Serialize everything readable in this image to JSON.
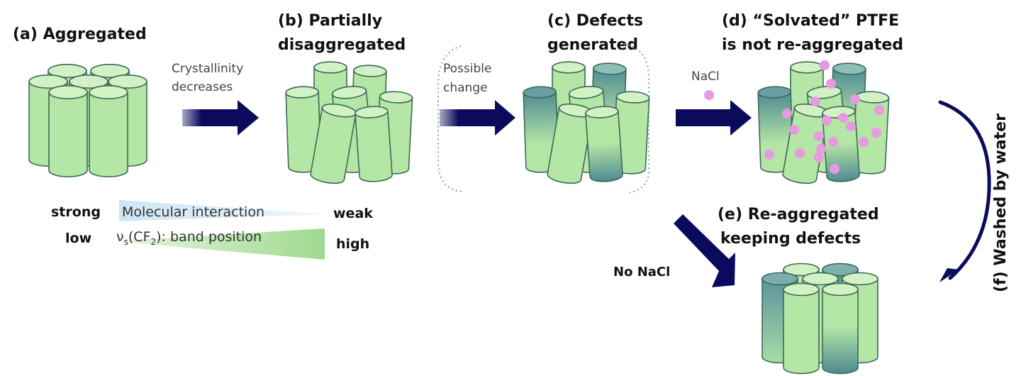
{
  "panels": {
    "a": {
      "title_lines": [
        "(a) Aggregated"
      ]
    },
    "b": {
      "title_lines": [
        "(b) Partially",
        "disaggregated"
      ]
    },
    "c": {
      "title_lines": [
        "(c) Defects",
        "generated"
      ]
    },
    "d": {
      "title_lines": [
        "(d) “Solvated” PTFE",
        "is not re-aggregated"
      ]
    },
    "e": {
      "title_lines": [
        "(e) Re-aggregated",
        "keeping defects"
      ]
    },
    "f": {
      "title": "(f) Washed by water"
    }
  },
  "arrows": {
    "a_to_b": {
      "label_lines": [
        "Crystallinity",
        "decreases"
      ]
    },
    "b_to_c": {
      "label_lines": [
        "Possible",
        "change"
      ]
    },
    "c_to_d": {
      "label": "NaCl"
    },
    "c_to_e": {
      "label": "No NaCl"
    }
  },
  "scale": {
    "row1": {
      "left": "strong",
      "middle": "Molecular interaction",
      "right": "weak"
    },
    "row2": {
      "left": "low",
      "middle_prefix": "ν",
      "middle_sub": "s",
      "middle_mid": "(CF",
      "middle_sub2": "2",
      "middle_suffix": "): band position",
      "right": "high"
    }
  },
  "colors": {
    "cylinder_green": "#b4e6a6",
    "cylinder_top": "#d2f2c6",
    "cylinder_outline": "#3d6a55",
    "defect_teal": "#4f8a93",
    "arrow_navy": "#0b0b5e",
    "nacl_pink": "#e79ae0",
    "dashed_box": "#7fa8b3",
    "scale_blue": "#d6eaf7",
    "scale_green": "#a9dd9b"
  }
}
